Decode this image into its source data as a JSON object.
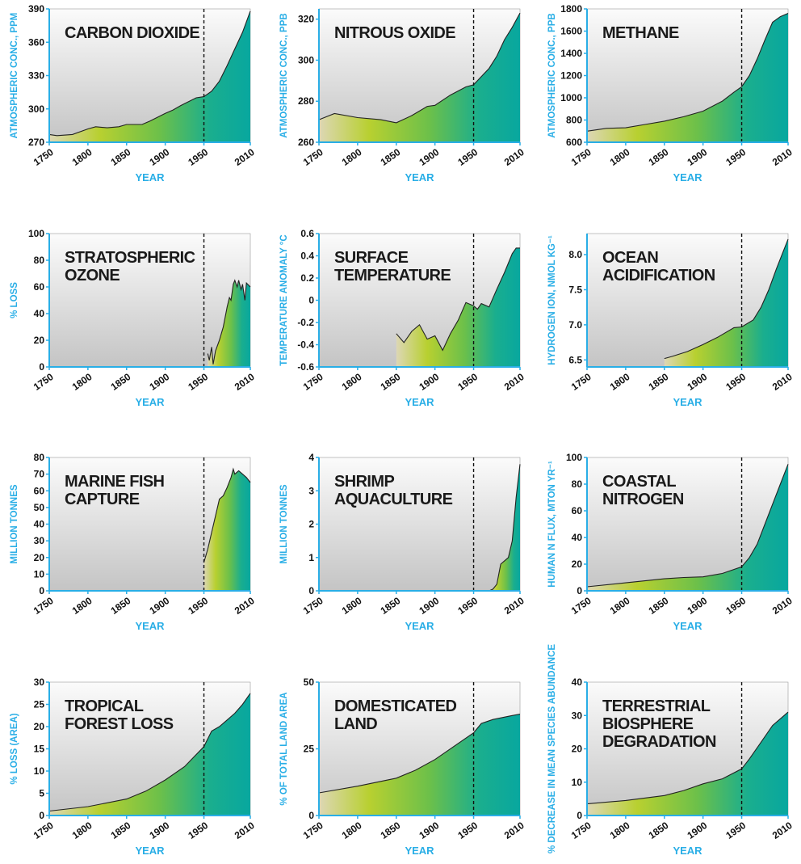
{
  "chart_data": [
    {
      "type": "area",
      "title": [
        "CARBON DIOXIDE"
      ],
      "ylabel": "ATMOSPHERIC CONC., PPM",
      "xlabel": "YEAR",
      "xlim": [
        1750,
        2010
      ],
      "ylim": [
        270,
        390
      ],
      "yticks": [
        {
          "v": 270,
          "l": "270"
        },
        {
          "v": 300,
          "l": "300"
        },
        {
          "v": 330,
          "l": "330"
        },
        {
          "v": 360,
          "l": "360"
        },
        {
          "v": 390,
          "l": "390"
        }
      ],
      "x": [
        1750,
        1760,
        1780,
        1800,
        1810,
        1825,
        1840,
        1850,
        1870,
        1880,
        1900,
        1910,
        1920,
        1940,
        1950,
        1960,
        1970,
        1980,
        1990,
        2000,
        2010
      ],
      "y": [
        277,
        276,
        277,
        282,
        284,
        283,
        284,
        286,
        286,
        289,
        296,
        299,
        303,
        310,
        311,
        316,
        325,
        339,
        354,
        369,
        388
      ]
    },
    {
      "type": "area",
      "title": [
        "NITROUS OXIDE"
      ],
      "ylabel": "ATMOSPHERIC CONC., PPB",
      "xlabel": "YEAR",
      "xlim": [
        1750,
        2010
      ],
      "ylim": [
        260,
        325
      ],
      "yticks": [
        {
          "v": 260,
          "l": "260"
        },
        {
          "v": 280,
          "l": "280"
        },
        {
          "v": 300,
          "l": "300"
        },
        {
          "v": 320,
          "l": "320"
        }
      ],
      "x": [
        1750,
        1770,
        1800,
        1830,
        1850,
        1870,
        1890,
        1900,
        1920,
        1940,
        1950,
        1960,
        1970,
        1980,
        1990,
        2000,
        2010
      ],
      "y": [
        271,
        274,
        272,
        271,
        269.5,
        273,
        277.5,
        278,
        283,
        287,
        288,
        292,
        296,
        302,
        310,
        316,
        323
      ]
    },
    {
      "type": "area",
      "title": [
        "METHANE"
      ],
      "ylabel": "ATMOSPHERIC CONC., PPB",
      "xlabel": "YEAR",
      "xlim": [
        1750,
        2010
      ],
      "ylim": [
        600,
        1800
      ],
      "yticks": [
        {
          "v": 600,
          "l": "600"
        },
        {
          "v": 800,
          "l": "800"
        },
        {
          "v": 1000,
          "l": "1000"
        },
        {
          "v": 1200,
          "l": "1200"
        },
        {
          "v": 1400,
          "l": "1400"
        },
        {
          "v": 1600,
          "l": "1600"
        },
        {
          "v": 1800,
          "l": "1800"
        }
      ],
      "x": [
        1750,
        1775,
        1800,
        1825,
        1850,
        1875,
        1900,
        1925,
        1940,
        1950,
        1960,
        1970,
        1980,
        1990,
        2000,
        2010
      ],
      "y": [
        700,
        725,
        730,
        760,
        790,
        830,
        880,
        970,
        1050,
        1100,
        1200,
        1350,
        1520,
        1680,
        1730,
        1760
      ]
    },
    {
      "type": "area",
      "title": [
        "STRATOSPHERIC",
        "OZONE"
      ],
      "ylabel": "% LOSS",
      "xlabel": "YEAR",
      "xlim": [
        1750,
        2010
      ],
      "ylim": [
        0,
        100
      ],
      "yticks": [
        {
          "v": 0,
          "l": "0"
        },
        {
          "v": 20,
          "l": "20"
        },
        {
          "v": 40,
          "l": "40"
        },
        {
          "v": 60,
          "l": "60"
        },
        {
          "v": 80,
          "l": "80"
        },
        {
          "v": 100,
          "l": "100"
        }
      ],
      "x": [
        1955,
        1957,
        1960,
        1962,
        1965,
        1970,
        1975,
        1980,
        1983,
        1985,
        1988,
        1990,
        1993,
        1995,
        1998,
        2000,
        2003,
        2005,
        2010
      ],
      "y": [
        10,
        5,
        15,
        2,
        12,
        20,
        30,
        45,
        52,
        50,
        62,
        65,
        60,
        65,
        58,
        62,
        50,
        63,
        60
      ]
    },
    {
      "type": "area",
      "title": [
        "SURFACE",
        "TEMPERATURE"
      ],
      "ylabel": "TEMPERATURE ANOMALY °C",
      "xlabel": "YEAR",
      "xlim": [
        1750,
        2010
      ],
      "ylim": [
        -0.6,
        0.6
      ],
      "yticks": [
        {
          "v": -0.6,
          "l": "-0.6"
        },
        {
          "v": -0.4,
          "l": "-0.4"
        },
        {
          "v": -0.2,
          "l": "-0.2"
        },
        {
          "v": 0,
          "l": "0"
        },
        {
          "v": 0.2,
          "l": "0.2"
        },
        {
          "v": 0.4,
          "l": "0.4"
        },
        {
          "v": 0.6,
          "l": "0.6"
        }
      ],
      "x": [
        1850,
        1860,
        1870,
        1880,
        1890,
        1900,
        1910,
        1920,
        1930,
        1940,
        1950,
        1955,
        1960,
        1970,
        1980,
        1990,
        2000,
        2005,
        2010
      ],
      "y": [
        -0.3,
        -0.38,
        -0.28,
        -0.22,
        -0.35,
        -0.32,
        -0.45,
        -0.3,
        -0.18,
        -0.02,
        -0.05,
        -0.08,
        -0.03,
        -0.06,
        0.1,
        0.25,
        0.42,
        0.47,
        0.47
      ]
    },
    {
      "type": "area",
      "title": [
        "OCEAN",
        "ACIDIFICATION"
      ],
      "ylabel": "HYDROGEN ION, NMOL KG⁻¹",
      "xlabel": "YEAR",
      "xlim": [
        1750,
        2010
      ],
      "ylim": [
        6.4,
        8.3
      ],
      "yticks": [
        {
          "v": 6.5,
          "l": "6.5"
        },
        {
          "v": 7.0,
          "l": "7.0"
        },
        {
          "v": 7.5,
          "l": "7.5"
        },
        {
          "v": 8.0,
          "l": "8.0"
        }
      ],
      "x": [
        1850,
        1860,
        1880,
        1900,
        1920,
        1940,
        1950,
        1965,
        1975,
        1985,
        1995,
        2010
      ],
      "y": [
        6.52,
        6.55,
        6.62,
        6.72,
        6.83,
        6.96,
        6.97,
        7.07,
        7.25,
        7.5,
        7.8,
        8.22
      ]
    },
    {
      "type": "area",
      "title": [
        "MARINE FISH",
        "CAPTURE"
      ],
      "ylabel": "MILLION TONNES",
      "xlabel": "YEAR",
      "xlim": [
        1750,
        2010
      ],
      "ylim": [
        0,
        80
      ],
      "yticks": [
        {
          "v": 0,
          "l": "0"
        },
        {
          "v": 10,
          "l": "10"
        },
        {
          "v": 20,
          "l": "20"
        },
        {
          "v": 30,
          "l": "30"
        },
        {
          "v": 40,
          "l": "40"
        },
        {
          "v": 50,
          "l": "50"
        },
        {
          "v": 60,
          "l": "60"
        },
        {
          "v": 70,
          "l": "70"
        },
        {
          "v": 80,
          "l": "80"
        }
      ],
      "x": [
        1950,
        1955,
        1960,
        1965,
        1970,
        1975,
        1980,
        1985,
        1988,
        1990,
        1995,
        2000,
        2005,
        2010
      ],
      "y": [
        17,
        25,
        35,
        45,
        55,
        57,
        62,
        68,
        73,
        70,
        72,
        70,
        68,
        65
      ]
    },
    {
      "type": "area",
      "title": [
        "SHRIMP",
        "AQUACULTURE"
      ],
      "ylabel": "MILLION TONNES",
      "xlabel": "YEAR",
      "xlim": [
        1750,
        2010
      ],
      "ylim": [
        0,
        4
      ],
      "yticks": [
        {
          "v": 0,
          "l": "0"
        },
        {
          "v": 1,
          "l": "1"
        },
        {
          "v": 2,
          "l": "2"
        },
        {
          "v": 3,
          "l": "3"
        },
        {
          "v": 4,
          "l": "4"
        }
      ],
      "x": [
        1970,
        1975,
        1980,
        1985,
        1990,
        1995,
        2000,
        2005,
        2010
      ],
      "y": [
        0,
        0.05,
        0.2,
        0.8,
        0.9,
        1.0,
        1.5,
        2.8,
        3.8
      ]
    },
    {
      "type": "area",
      "title": [
        "COASTAL",
        "NITROGEN"
      ],
      "ylabel": "HUMAN N FLUX, MTON YR⁻¹",
      "xlabel": "YEAR",
      "xlim": [
        1750,
        2010
      ],
      "ylim": [
        0,
        100
      ],
      "yticks": [
        {
          "v": 0,
          "l": "0"
        },
        {
          "v": 20,
          "l": "20"
        },
        {
          "v": 40,
          "l": "40"
        },
        {
          "v": 60,
          "l": "60"
        },
        {
          "v": 80,
          "l": "80"
        },
        {
          "v": 100,
          "l": "100"
        }
      ],
      "x": [
        1750,
        1800,
        1850,
        1875,
        1900,
        1925,
        1950,
        1960,
        1970,
        1980,
        1990,
        2000,
        2010
      ],
      "y": [
        3,
        6,
        9,
        10,
        10.5,
        13,
        18,
        25,
        35,
        50,
        65,
        80,
        95
      ]
    },
    {
      "type": "area",
      "title": [
        "TROPICAL",
        "FOREST LOSS"
      ],
      "ylabel": "% LOSS (AREA)",
      "xlabel": "YEAR",
      "xlim": [
        1750,
        2010
      ],
      "ylim": [
        0,
        30
      ],
      "yticks": [
        {
          "v": 0,
          "l": "0"
        },
        {
          "v": 5,
          "l": "5"
        },
        {
          "v": 10,
          "l": "10"
        },
        {
          "v": 15,
          "l": "15"
        },
        {
          "v": 20,
          "l": "20"
        },
        {
          "v": 25,
          "l": "25"
        },
        {
          "v": 30,
          "l": "30"
        }
      ],
      "x": [
        1750,
        1800,
        1850,
        1875,
        1900,
        1925,
        1950,
        1960,
        1970,
        1980,
        1990,
        2000,
        2010
      ],
      "y": [
        1,
        2,
        3.7,
        5.5,
        8,
        11,
        15.5,
        19,
        20,
        21.5,
        23,
        25,
        27.5
      ]
    },
    {
      "type": "area",
      "title": [
        "DOMESTICATED",
        "LAND"
      ],
      "ylabel": "% OF TOTAL LAND AREA",
      "xlabel": "YEAR",
      "xlim": [
        1750,
        2010
      ],
      "ylim": [
        0,
        50
      ],
      "yticks": [
        {
          "v": 0,
          "l": "0"
        },
        {
          "v": 25,
          "l": "25"
        },
        {
          "v": 50,
          "l": "50"
        }
      ],
      "x": [
        1750,
        1800,
        1850,
        1875,
        1900,
        1925,
        1950,
        1960,
        1975,
        2000,
        2010
      ],
      "y": [
        8.5,
        11,
        14,
        17,
        21,
        26,
        31,
        34.5,
        36,
        37.5,
        38
      ]
    },
    {
      "type": "area",
      "title": [
        "TERRESTRIAL",
        "BIOSPHERE",
        "DEGRADATION"
      ],
      "ylabel": "% DECREASE IN MEAN SPECIES ABUNDANCE",
      "xlabel": "YEAR",
      "xlim": [
        1750,
        2010
      ],
      "ylim": [
        0,
        40
      ],
      "yticks": [
        {
          "v": 0,
          "l": "0"
        },
        {
          "v": 10,
          "l": "10"
        },
        {
          "v": 20,
          "l": "20"
        },
        {
          "v": 30,
          "l": "30"
        },
        {
          "v": 40,
          "l": "40"
        }
      ],
      "x": [
        1750,
        1800,
        1850,
        1875,
        1900,
        1925,
        1950,
        1960,
        1975,
        1990,
        2010
      ],
      "y": [
        3.5,
        4.5,
        6,
        7.5,
        9.5,
        11,
        14,
        17,
        22,
        27,
        31
      ]
    }
  ],
  "xticks": [
    {
      "v": 1750,
      "l": "1750"
    },
    {
      "v": 1800,
      "l": "1800"
    },
    {
      "v": 1850,
      "l": "1850"
    },
    {
      "v": 1900,
      "l": "1900"
    },
    {
      "v": 1950,
      "l": "1950",
      "highlight": true
    },
    {
      "v": 2010,
      "l": "2010"
    }
  ],
  "marker_year": 1950,
  "colors": {
    "axis": "#29aee6",
    "highlight": "#e8202a",
    "fill_start": "#ddd7b5",
    "fill_yellow": "#b8d030",
    "fill_green": "#6cc04a",
    "fill_end": "#08a79f"
  }
}
